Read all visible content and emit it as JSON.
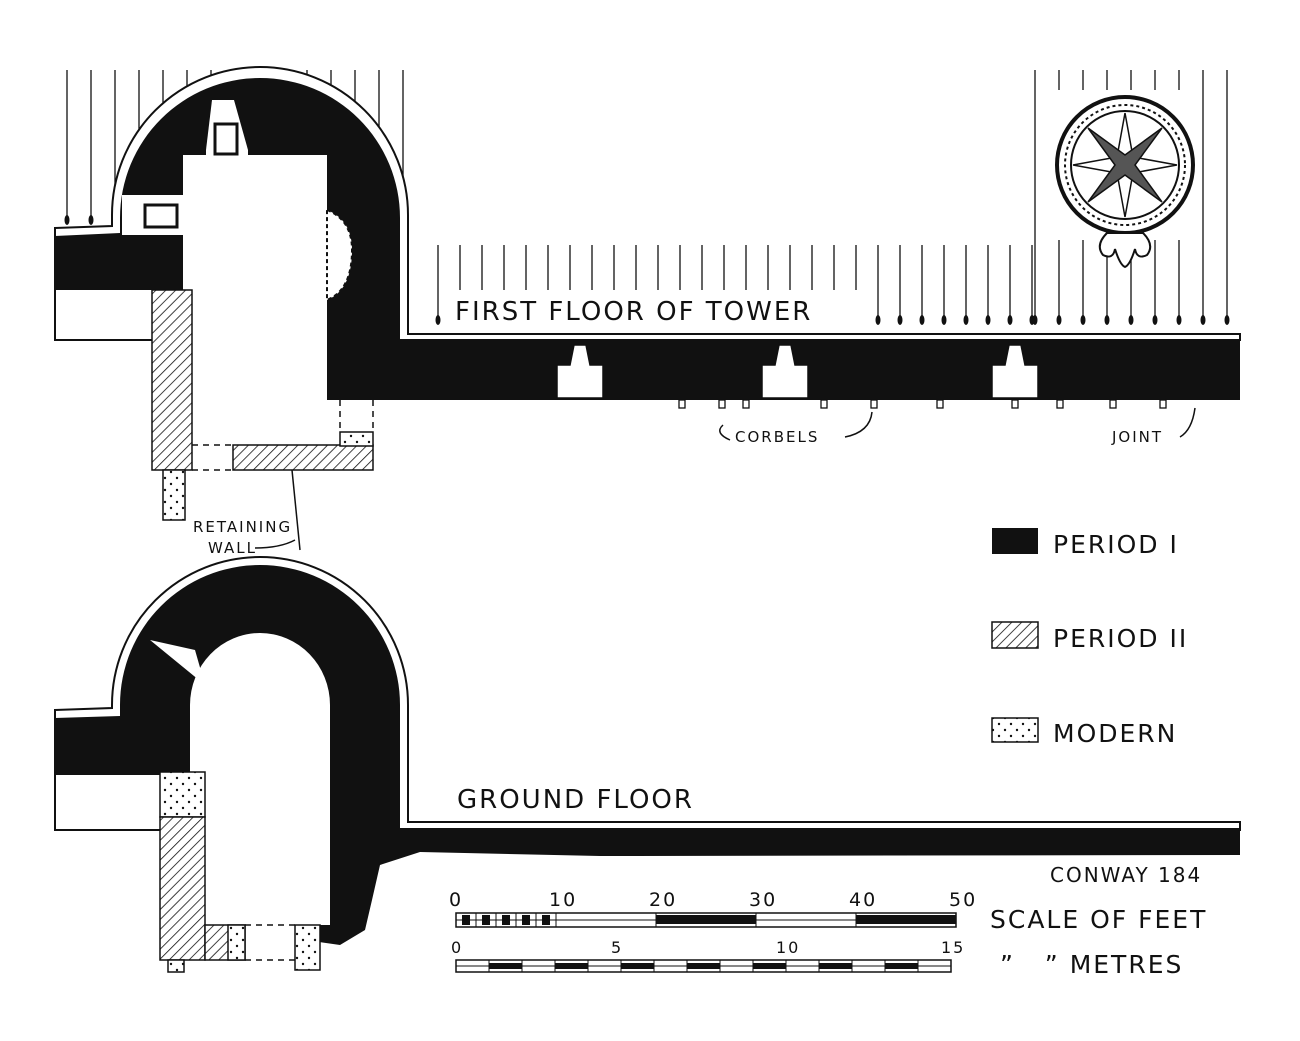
{
  "labels": {
    "first_floor": "FIRST FLOOR OF TOWER",
    "ground_floor": "GROUND FLOOR",
    "corbels": "CORBELS",
    "joint": "JOINT",
    "retaining_wall_1": "RETAINING",
    "retaining_wall_2": "WALL",
    "plate_ref": "CONWAY 184"
  },
  "legend": [
    {
      "label": "PERIOD I",
      "fill": "solid"
    },
    {
      "label": "PERIOD II",
      "fill": "hatched"
    },
    {
      "label": "MODERN",
      "fill": "dotted"
    }
  ],
  "scale": {
    "feet_label": "SCALE OF FEET",
    "metres_label": "”   ” METRES",
    "feet_ticks": [
      "0",
      "10",
      "20",
      "30",
      "40",
      "50"
    ],
    "metre_ticks": [
      "0",
      "5",
      "10",
      "15"
    ]
  },
  "colors": {
    "ink": "#111111",
    "paper": "#ffffff"
  }
}
